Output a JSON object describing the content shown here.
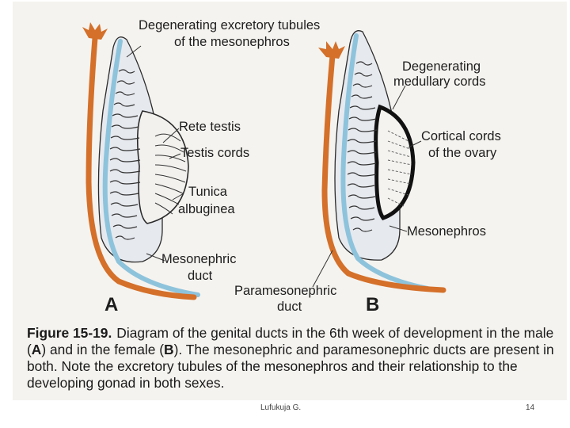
{
  "diagram": {
    "panel_a": {
      "letter": "A",
      "labels": {
        "degenerating_tubules_line1": "Degenerating excretory tubules",
        "degenerating_tubules_line2": "of the mesonephros",
        "rete_testis": "Rete testis",
        "testis_cords": "Testis cords",
        "tunica_line1": "Tunica",
        "tunica_line2": "albuginea",
        "mesonephric_line1": "Mesonephric",
        "mesonephric_line2": "duct"
      }
    },
    "panel_b": {
      "letter": "B",
      "labels": {
        "medullary_line1": "Degenerating",
        "medullary_line2": "medullary cords",
        "cortical_line1": "Cortical cords",
        "cortical_line2": "of the ovary",
        "mesonephros": "Mesonephros",
        "paramesonephric_line1": "Paramesonephric",
        "paramesonephric_line2": "duct"
      }
    },
    "colors": {
      "paramesonephric_duct": "#d4702a",
      "mesonephric_duct": "#8ec3dc",
      "mesonephros_body": "#e6e9ee",
      "outline": "#2a2a2a"
    }
  },
  "caption": {
    "label": "Figure 15-19.",
    "text_parts": [
      "Diagram of the genital ducts in the 6th week of development in the male (",
      "A",
      ") and in the female (",
      "B",
      "). The mesonephric and paramesonephric ducts are present in both. Note the excretory tubules of the mesonephros and their relationship to the developing gonad in both sexes."
    ]
  },
  "footer": {
    "author": "Lufukuja G.",
    "page": "14"
  }
}
